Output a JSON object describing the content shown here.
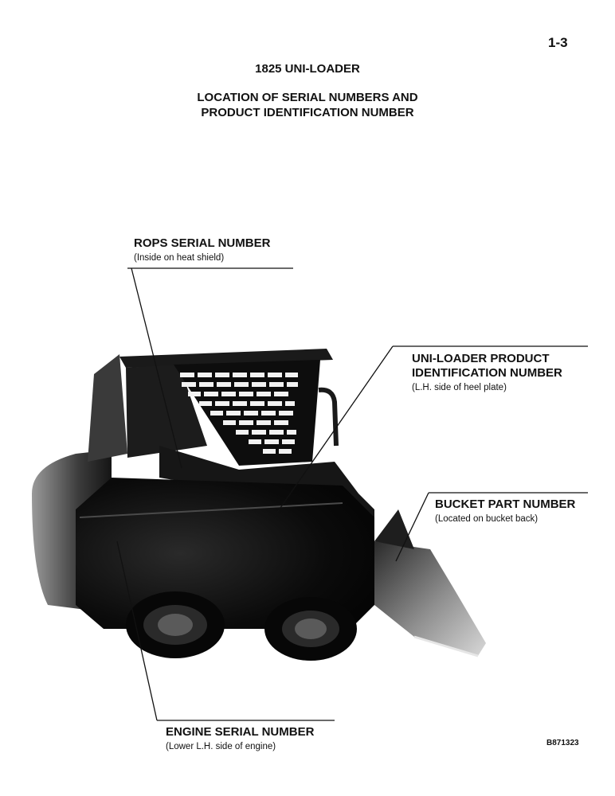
{
  "page_number": "1-3",
  "title": "1825 UNI-LOADER",
  "subtitle_line1": "LOCATION OF SERIAL NUMBERS AND",
  "subtitle_line2": "PRODUCT IDENTIFICATION NUMBER",
  "callouts": {
    "rops": {
      "heading": "ROPS SERIAL NUMBER",
      "note": "(Inside on heat shield)"
    },
    "pin": {
      "heading_line1": "UNI-LOADER PRODUCT",
      "heading_line2": "IDENTIFICATION NUMBER",
      "note": "(L.H. side of heel plate)"
    },
    "bucket": {
      "heading": "BUCKET PART NUMBER",
      "note": "(Located on bucket back)"
    },
    "engine": {
      "heading": "ENGINE SERIAL NUMBER",
      "note": "(Lower L.H. side of engine)"
    }
  },
  "figure_code": "B871323"
}
